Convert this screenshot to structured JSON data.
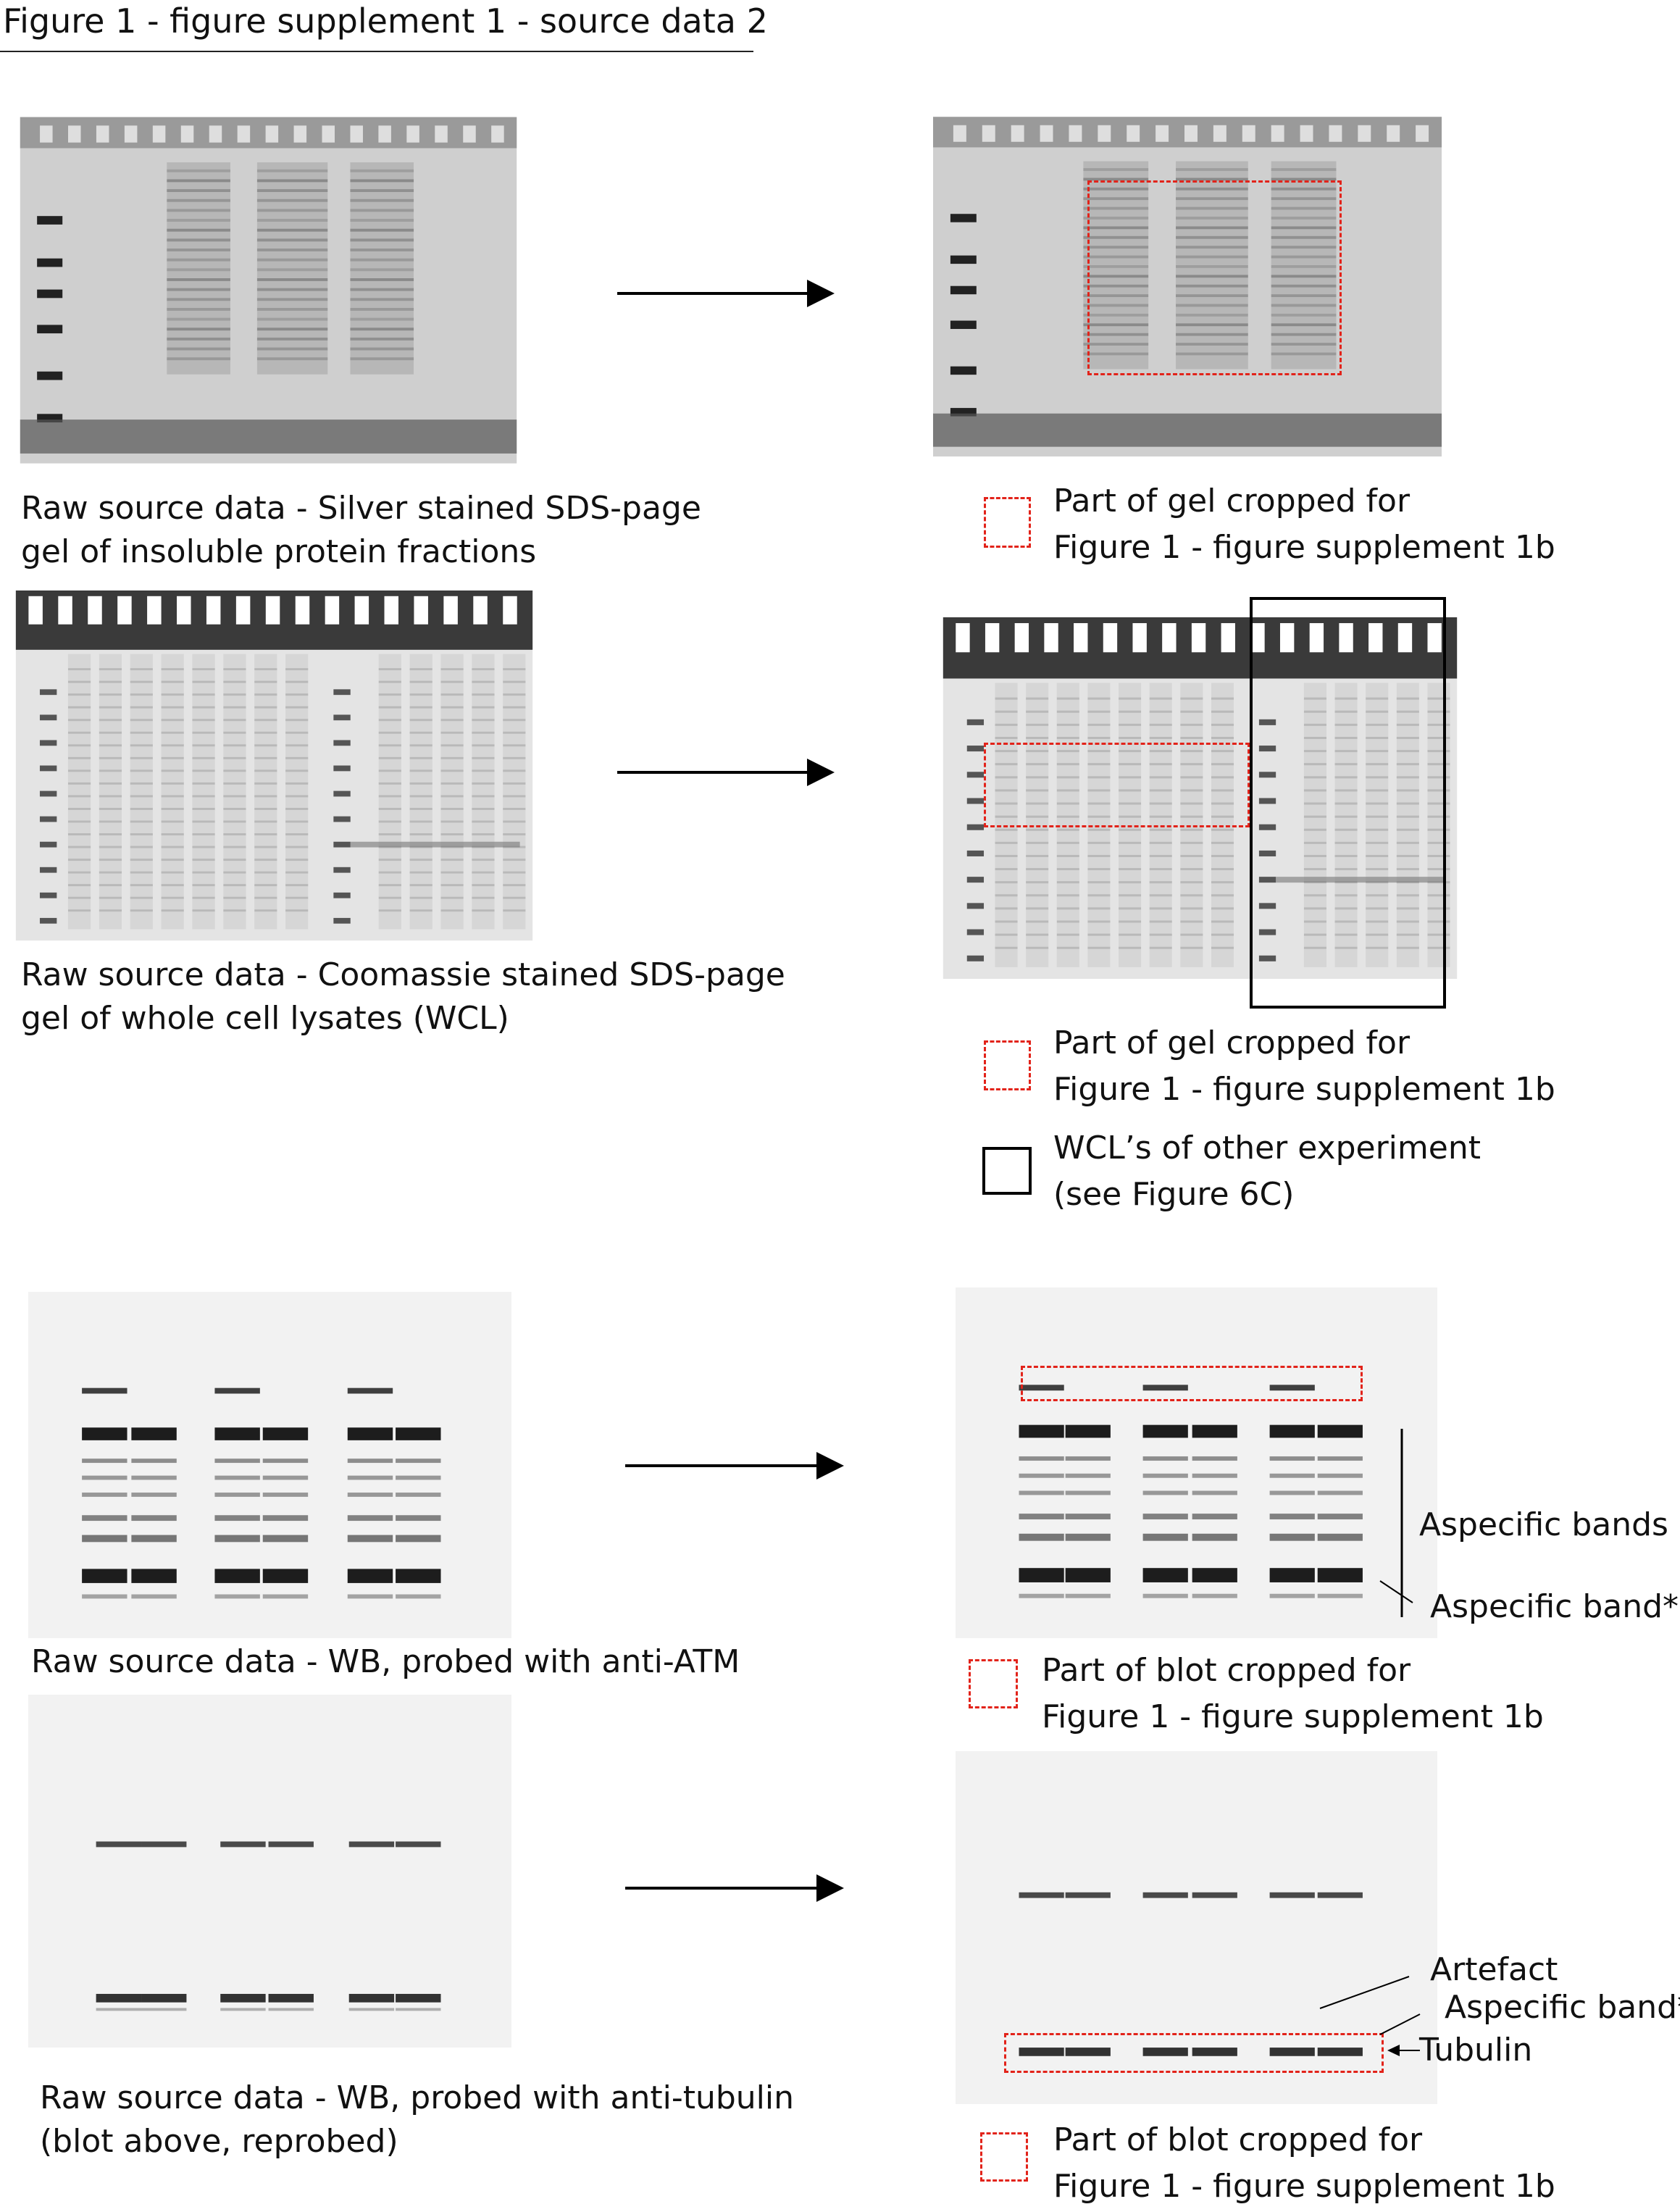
{
  "title": "Figure 1 - figure supplement 1 - source data 2",
  "panels": {
    "silver": {
      "caption_line1": "Raw source data - Silver stained SDS-page",
      "caption_line2": "gel of insoluble protein fractions",
      "legend_red_line1": "Part of gel cropped for",
      "legend_red_line2": "Figure 1 - figure supplement 1b"
    },
    "coomassie": {
      "caption_line1": "Raw source data - Coomassie stained SDS-page",
      "caption_line2": "gel of whole cell lysates (WCL)",
      "legend_red_line1": "Part of gel cropped for",
      "legend_red_line2": "Figure 1 - figure supplement 1b",
      "legend_black_line1": "WCL’s of other experiment",
      "legend_black_line2": "(see Figure 6C)"
    },
    "wb_atm": {
      "caption": "Raw source data - WB, probed with anti-ATM",
      "annot_bands": "Aspecific bands",
      "annot_band": "Aspecific band*",
      "legend_red_line1": "Part of blot cropped for",
      "legend_red_line2": "Figure 1 - figure supplement 1b"
    },
    "wb_tubulin": {
      "caption_line1": "Raw source data - WB, probed with anti-tubulin",
      "caption_line2": "(blot above, reprobed)",
      "annot_artefact": "Artefact",
      "annot_band": "Aspecific band*",
      "annot_tubulin": "Tubulin",
      "legend_red_line1": "Part of blot cropped for",
      "legend_red_line2": "Figure 1 - figure supplement 1b"
    }
  },
  "colors": {
    "crop_box": "#e2231a",
    "other_box": "#000000"
  }
}
